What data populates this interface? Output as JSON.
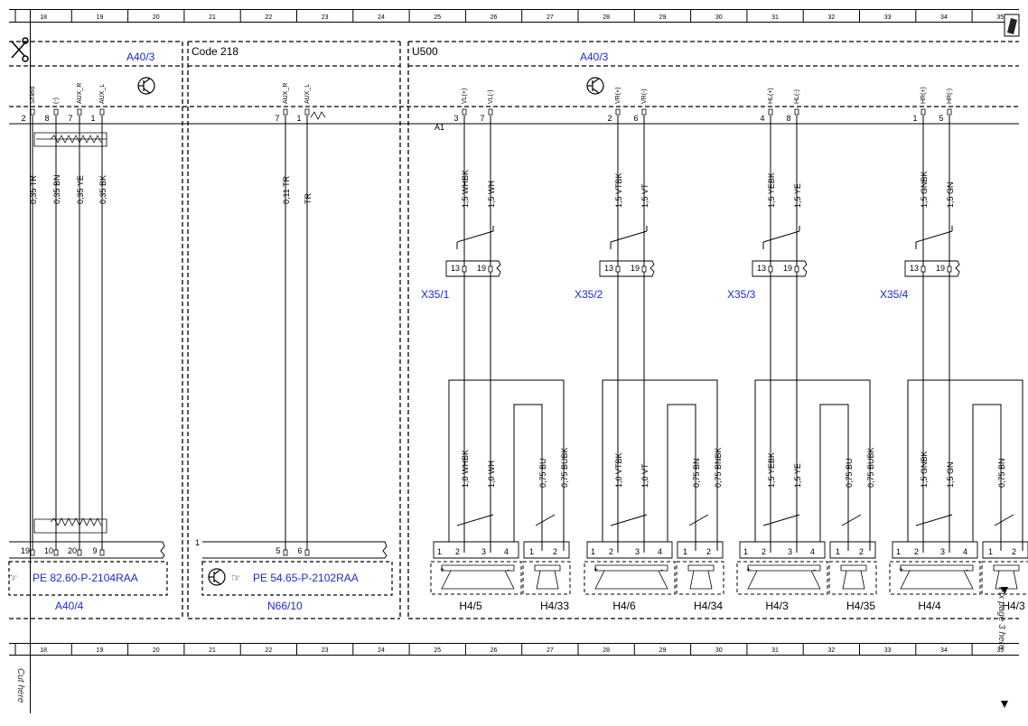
{
  "grid_columns": [
    "18",
    "19",
    "20",
    "21",
    "22",
    "23",
    "24",
    "25",
    "26",
    "27",
    "28",
    "29",
    "30",
    "31",
    "32",
    "33",
    "34",
    "35"
  ],
  "blocks": {
    "a403_label": "A40/3",
    "code_label": "Code 218",
    "u500_label": "U500",
    "a403b_label": "A40/3",
    "a1_label": "A1",
    "a404_label": "A40/4",
    "n66_label": "N66/10"
  },
  "references": {
    "ref1": "PE 82.60-P-2104RAA",
    "ref2": "PE 54.65-P-2102RAA"
  },
  "left_pins": [
    {
      "name": "Shield",
      "pin": "2"
    },
    {
      "name": "(-)",
      "pin": "8"
    },
    {
      "name": "AUX_R",
      "pin": "7"
    },
    {
      "name": "AUX_L",
      "pin": "1"
    }
  ],
  "left_wires": [
    "0,35 TR",
    "0,35 BN",
    "0,35 YE",
    "0,35 BK"
  ],
  "left_bottom_pins": [
    "19",
    "10",
    "20",
    "9"
  ],
  "n66_pins": [
    {
      "name": "AUX_R",
      "pin": "7"
    },
    {
      "name": "AUX_L",
      "pin": "1"
    }
  ],
  "n66_wires": [
    "0,11 TR",
    "TR"
  ],
  "n66_bottom_pins": [
    "1",
    "5",
    "6"
  ],
  "channels": [
    {
      "pins": [
        {
          "name": "VL(+)",
          "num": "3"
        },
        {
          "name": "VL(-)",
          "num": "7"
        }
      ],
      "wires": [
        "1,5 WHBK",
        "1,5 WH"
      ],
      "connector": "X35/1",
      "lower_wires": [
        "1,0 WHBK",
        "1,0 WH",
        "0,75 BU",
        "0,75 BUBK"
      ],
      "speaker": "H4/5",
      "tweeter": "H4/33"
    },
    {
      "pins": [
        {
          "name": "VR(+)",
          "num": "2"
        },
        {
          "name": "VR(-)",
          "num": "6"
        }
      ],
      "wires": [
        "1,5 VTBK",
        "1,5 VT"
      ],
      "connector": "X35/2",
      "lower_wires": [
        "1,0 VTBK",
        "1,0 VT",
        "0,75 BN",
        "0,75 BNBK"
      ],
      "speaker": "H4/6",
      "tweeter": "H4/34"
    },
    {
      "pins": [
        {
          "name": "HL(+)",
          "num": "4"
        },
        {
          "name": "HL(-)",
          "num": "8"
        }
      ],
      "wires": [
        "1,5 YEBK",
        "1,5 YE"
      ],
      "connector": "X35/3",
      "lower_wires": [
        "1,5 YEBK",
        "1,5 YE",
        "0,75 BU",
        "0,75 BUBK"
      ],
      "speaker": "H4/3",
      "tweeter": "H4/35"
    },
    {
      "pins": [
        {
          "name": "HR(+)",
          "num": "1"
        },
        {
          "name": "HR(-)",
          "num": "5"
        }
      ],
      "wires": [
        "1,5 GNBK",
        "1,5 GN"
      ],
      "connector": "X35/4",
      "lower_wires": [
        "1,5 GNBK",
        "1,5 GN",
        "0,75 BN"
      ],
      "speaker": "H4/4",
      "tweeter": "H4/3"
    }
  ],
  "connector_pins": [
    "13",
    "19"
  ],
  "speaker_pins": [
    "1",
    "2",
    "3",
    "4"
  ],
  "tweeter_pins": [
    "1",
    "2"
  ],
  "cut_left": "Cut here",
  "cut_right": "Fix page 3 here"
}
